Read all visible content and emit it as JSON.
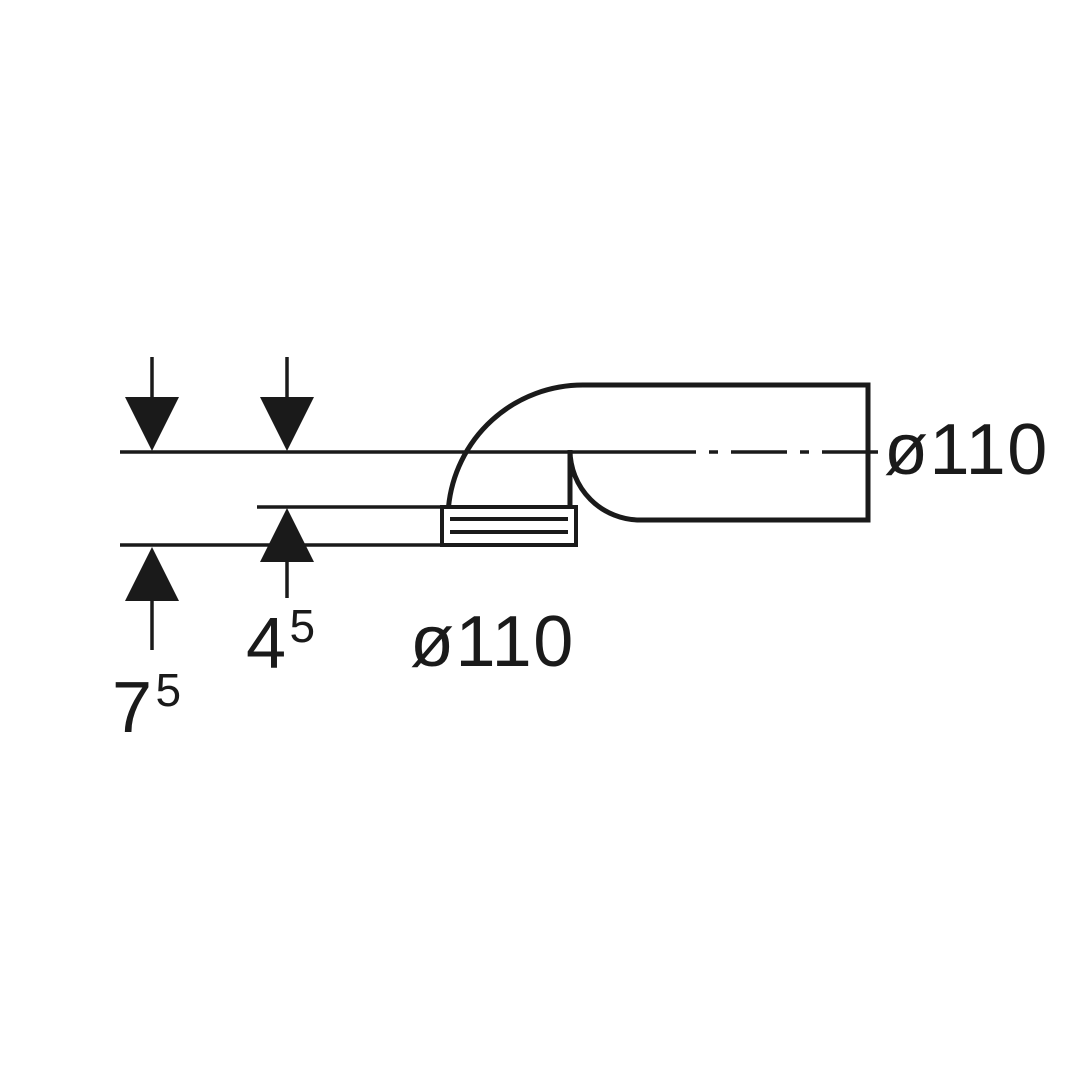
{
  "colors": {
    "background": "#ffffff",
    "ink": "#1a1a1a"
  },
  "drawing": {
    "labels": {
      "diameter_right": "ø110",
      "diameter_bottom": "ø110",
      "dim_45": {
        "base": "4",
        "sup": "5"
      },
      "dim_75": {
        "base": "7",
        "sup": "5"
      }
    }
  }
}
